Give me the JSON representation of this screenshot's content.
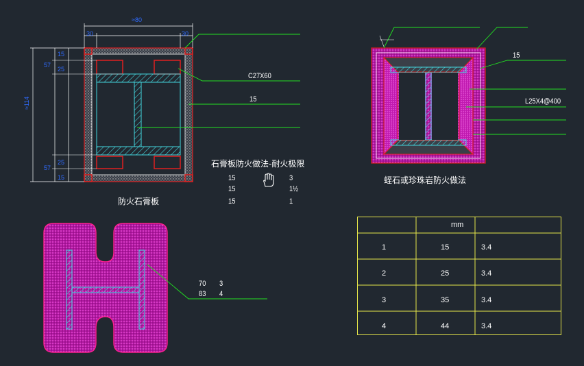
{
  "figure1": {
    "top_dim": "≈80",
    "top_left_dim": "30",
    "top_right_dim": "30",
    "left_dim_total": "≈114",
    "left_dims": [
      "15",
      "57",
      "25",
      "57",
      "25",
      "15"
    ],
    "callout_c": "C27X60",
    "callout_15": "15",
    "caption": "防火石膏板"
  },
  "rating_table": {
    "title": "石膏板防火做法-耐火极限",
    "rows": [
      {
        "thickness": "15",
        "hours": "3"
      },
      {
        "thickness": "15",
        "hours": "1½"
      },
      {
        "thickness": "15",
        "hours": "1"
      }
    ]
  },
  "figure2": {
    "callout_15": "15",
    "callout_angle": "L25X4@400",
    "caption": "蛭石或珍珠岩防火做法"
  },
  "figure3": {
    "notes": [
      {
        "a": "70",
        "b": "3"
      },
      {
        "a": "83",
        "b": "4"
      }
    ]
  },
  "data_table": {
    "header": [
      "",
      "mm",
      ""
    ],
    "rows": [
      {
        "no": "1",
        "mm": "15",
        "rating": "3.4"
      },
      {
        "no": "2",
        "mm": "25",
        "rating": "3.4"
      },
      {
        "no": "3",
        "mm": "35",
        "rating": "3.4"
      },
      {
        "no": "4",
        "mm": "44",
        "rating": "3.4"
      }
    ]
  },
  "colors": {
    "background": "#212830",
    "cyan": "#44d8e0",
    "green": "#22e022",
    "magenta": "#e020c8",
    "red": "#e02020",
    "yellow": "#e8e84a",
    "blue_dim": "#2f6bff"
  }
}
